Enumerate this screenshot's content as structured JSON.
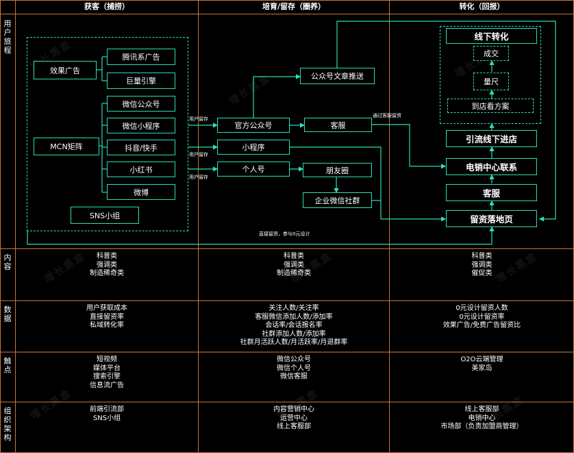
{
  "headers": {
    "col1": "获客（捕捞）",
    "col2": "培育/留存（圈养）",
    "col3": "转化（回报）"
  },
  "row_labels": {
    "journey": "用户旅程",
    "content": "内容",
    "data": "数据",
    "touchpoint": "触点",
    "org": "组织架构"
  },
  "journey": {
    "ads_group": "效果广告",
    "tencent_ads": "腾讯系广告",
    "juliang": "巨量引擎",
    "mcn": "MCN矩阵",
    "wechat_oa_src": "微信公众号",
    "miniprogram_src": "微信小程序",
    "douyin": "抖音/快手",
    "xiaohongshu": "小红书",
    "weibo": "微博",
    "sns_group": "SNS小组",
    "oa_article_push": "公众号文章推送",
    "official_account": "官方公众号",
    "kefu_mid": "客服",
    "mini_program": "小程序",
    "personal_account": "个人号",
    "moments": "朋友圈",
    "wecom_community": "企业微信社群",
    "offline_conversion": "线下转化",
    "deal": "成交",
    "measure": "量尺",
    "store_visit": "到店看方案",
    "offline_store": "引流线下进店",
    "telesales": "电销中心联系",
    "kefu_right": "客服",
    "lead_page": "留资落地页",
    "label_retain1": "用户留存",
    "label_retain2": "用户留存",
    "label_retain3": "用户留存",
    "label_via_kefu": "通过客服留资",
    "label_direct": "直接留资，参与0元设计"
  },
  "content": {
    "col1": [
      "科普类",
      "强调类",
      "制造稀奇类"
    ],
    "col2": [
      "科普类",
      "强调类",
      "制造稀奇类"
    ],
    "col3": [
      "科普类",
      "强调类",
      "催促类"
    ]
  },
  "data": {
    "col1": [
      "用户获取成本",
      "直接留资率",
      "私域转化率"
    ],
    "col2": [
      "关注人数/关注率",
      "客服微信添加人数/添加率",
      "会话率/会话报名率",
      "社群添加人数/添加率",
      "社群月活跃人数/月活跃率/月退群率"
    ],
    "col3": [
      "0元设计留资人数",
      "0元设计留资率",
      "效果广告/免费广告留资比"
    ]
  },
  "touchpoint": {
    "col1": [
      "短视频",
      "媒体平台",
      "搜索引擎",
      "信息流广告"
    ],
    "col2": [
      "微信公众号",
      "微信个人号",
      "微信客服"
    ],
    "col3": [
      "O2O云端管理",
      "美家岛"
    ]
  },
  "org": {
    "col1": [
      "前端引流部",
      "SNS小组"
    ],
    "col2": [
      "内容营销中心",
      "运营中心",
      "线上客服部"
    ],
    "col3": [
      "线上客服部",
      "电销中心",
      "市场部（负责加盟商管理）"
    ]
  },
  "watermark": "增长黑盒",
  "colors": {
    "grid": "#c7773d",
    "accent": "#2be0b8",
    "background": "#000000"
  }
}
